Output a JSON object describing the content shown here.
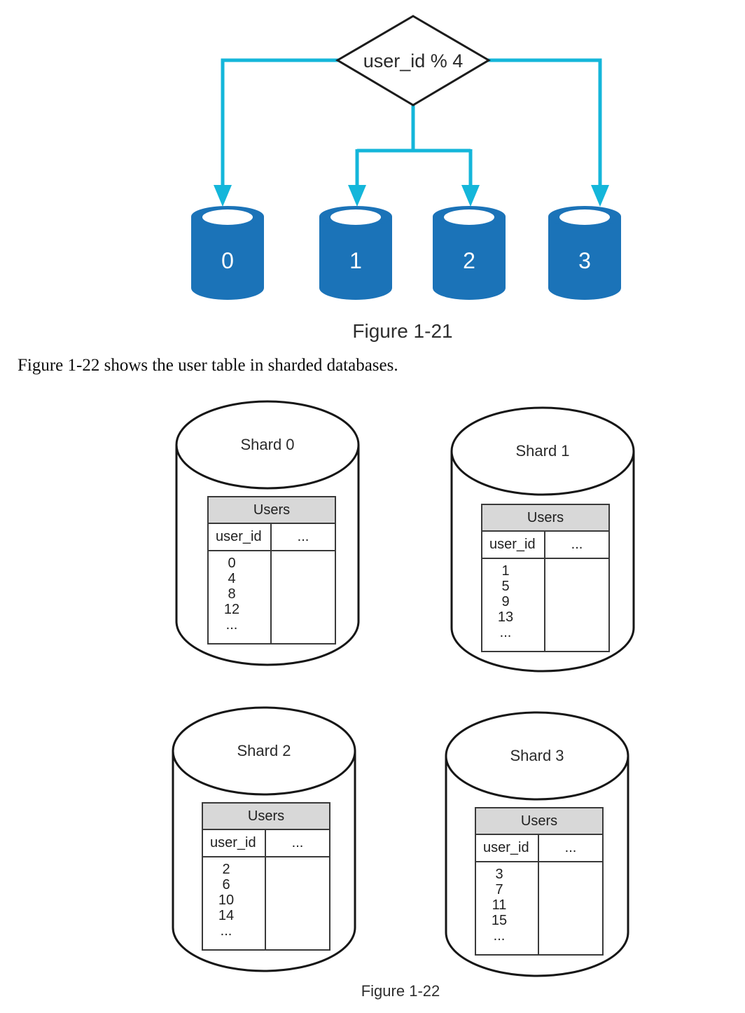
{
  "body_text": "Figure 1-22 shows the user table in sharded databases.",
  "captions": {
    "figure21": "Figure 1-21",
    "figure22": "Figure 1-22"
  },
  "figure21": {
    "decision_label": "user_id % 4",
    "shards": [
      {
        "label": "0"
      },
      {
        "label": "1"
      },
      {
        "label": "2"
      },
      {
        "label": "3"
      }
    ]
  },
  "figure22": {
    "table_title": "Users",
    "id_column_header": "user_id",
    "other_column_header": "...",
    "shards": [
      {
        "name": "Shard 0",
        "user_ids": [
          "0",
          "4",
          "8",
          "12",
          "..."
        ]
      },
      {
        "name": "Shard 1",
        "user_ids": [
          "1",
          "5",
          "9",
          "13",
          "..."
        ]
      },
      {
        "name": "Shard 2",
        "user_ids": [
          "2",
          "6",
          "10",
          "14",
          "..."
        ]
      },
      {
        "name": "Shard 3",
        "user_ids": [
          "3",
          "7",
          "11",
          "15",
          "..."
        ]
      }
    ]
  },
  "colors": {
    "cylinder_blue": "#1b73b8",
    "arrow_cyan": "#14b6da",
    "table_header_gray": "#d8d8d8"
  }
}
